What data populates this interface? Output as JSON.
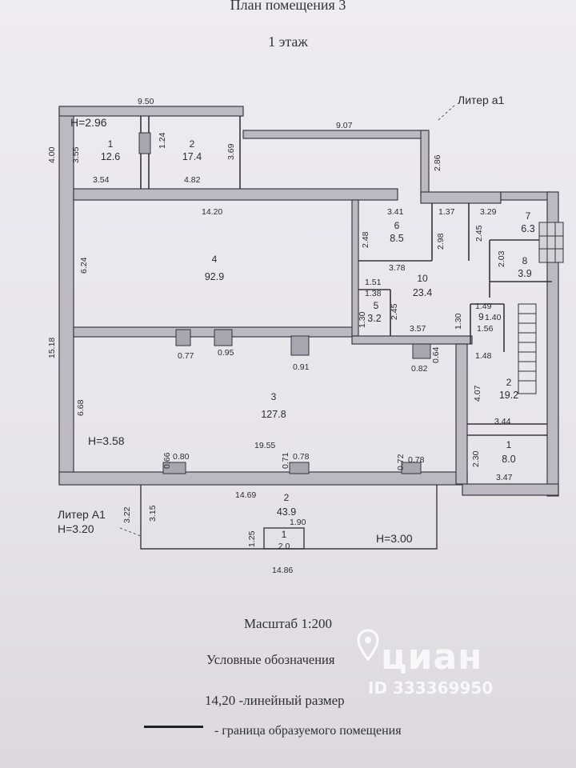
{
  "header": {
    "title": "План помещения 3",
    "floor": "1 этаж"
  },
  "letters": {
    "a1": "Литер а1",
    "A1": "Литер А1",
    "A1_height": "H=3.20"
  },
  "heights": {
    "room1": "H=2.96",
    "room3": "H=3.58",
    "annex": "H=3.00"
  },
  "rooms": [
    {
      "number": "1",
      "area": "12.6"
    },
    {
      "number": "2",
      "area": "17.4"
    },
    {
      "number": "4",
      "area": "92.9"
    },
    {
      "number": "6",
      "area": "8.5"
    },
    {
      "number": "7",
      "area": "6.3"
    },
    {
      "number": "8",
      "area": "3.9"
    },
    {
      "number": "10",
      "area": "23.4"
    },
    {
      "number": "5",
      "area": "3.2"
    },
    {
      "number": "9",
      "area": "1.56"
    },
    {
      "number": "3",
      "area": "127.8"
    },
    {
      "number": "2",
      "area": "19.2"
    },
    {
      "number": "1",
      "area": "8.0"
    },
    {
      "number": "2",
      "area": "43.9"
    },
    {
      "number": "1",
      "area": "2.0"
    }
  ],
  "dimensions": {
    "top_950": "9.50",
    "top_907": "9.07",
    "d400": "4.00",
    "d355": "3.55",
    "d354": "3.54",
    "d124": "1.24",
    "d482": "4.82",
    "d369": "3.69",
    "d286": "2.86",
    "d1420": "14.20",
    "d341": "3.41",
    "d137": "1.37",
    "d329": "3.29",
    "d248": "2.48",
    "d298": "2.98",
    "d245": "2.45",
    "d203": "2.03",
    "d378": "3.78",
    "d151": "1.51",
    "d138": "1.38",
    "d130a": "1.30",
    "d245b": "2.45",
    "d357": "3.57",
    "d149": "1.49",
    "d140": "1.40",
    "d130b": "1.30",
    "d1518": "15.18",
    "d624": "6.24",
    "d077": "0.77",
    "d095": "0.95",
    "d091": "0.91",
    "d082": "0.82",
    "d064": "0.64",
    "d148": "1.48",
    "d668": "6.68",
    "d407": "4.07",
    "d344": "3.44",
    "d1955": "19.55",
    "d066": "0.66",
    "d080": "0.80",
    "d071": "0.71",
    "d078a": "0.78",
    "d072": "0.72",
    "d078b": "0.78",
    "d230": "2.30",
    "d347": "3.47",
    "d1469": "14.69",
    "d315": "3.15",
    "d322": "3.22",
    "d125": "1.25",
    "d190": "1.90",
    "d1486": "14.86"
  },
  "footer": {
    "scale": "Масштаб 1:200",
    "legend_title": "Условные обозначения",
    "legend_linear": "14,20 -линейный размер",
    "legend_boundary": "- граница образуемого помещения"
  },
  "watermark": {
    "logo": "циан",
    "id": "ID 333369950"
  }
}
